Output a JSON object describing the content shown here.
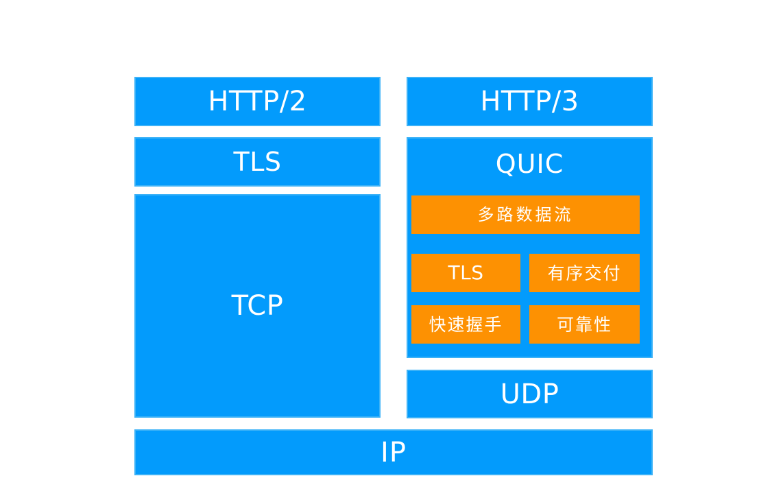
{
  "diagram": {
    "title": "HTTP/2 over TCP+TLS vs HTTP/3 over QUIC+UDP protocol stack",
    "colors": {
      "blue": "#039BFC",
      "blue_border": "#3CB2F7",
      "orange": "#FD9102",
      "background": "#FFFFFF",
      "text": "#FFFFFF"
    },
    "left_stack": {
      "name": "HTTP/2 stack",
      "layers": [
        {
          "id": "http2",
          "label": "HTTP/2"
        },
        {
          "id": "tls",
          "label": "TLS"
        },
        {
          "id": "tcp",
          "label": "TCP"
        }
      ]
    },
    "right_stack": {
      "name": "HTTP/3 stack",
      "layers": [
        {
          "id": "http3",
          "label": "HTTP/3"
        },
        {
          "id": "quic",
          "label": "QUIC"
        },
        {
          "id": "udp",
          "label": "UDP"
        }
      ],
      "quic_features": [
        {
          "id": "multiplexed-streams",
          "label": "多路数据流"
        },
        {
          "id": "tls",
          "label": "TLS"
        },
        {
          "id": "ordered-delivery",
          "label": "有序交付"
        },
        {
          "id": "fast-handshake",
          "label": "快速握手"
        },
        {
          "id": "reliability",
          "label": "可靠性"
        }
      ]
    },
    "shared_layer": {
      "id": "ip",
      "label": "IP"
    }
  }
}
